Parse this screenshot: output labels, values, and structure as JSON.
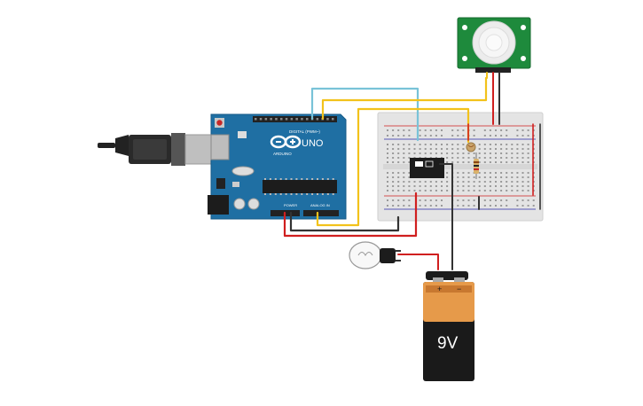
{
  "arduino": {
    "logo_text": "UNO",
    "brand_text": "ARDUINO",
    "digital_label": "DIGITAL (PWM~)",
    "power_label": "POWER",
    "analog_label": "ANALOG IN"
  },
  "battery": {
    "label": "9V",
    "plus": "+",
    "minus": "−"
  },
  "colors": {
    "wire_yellow": "#f2c21b",
    "wire_cyan": "#79c3d8",
    "wire_red": "#d01f1f",
    "wire_black": "#333333",
    "arduino_blue": "#1f6fa3",
    "pir_green": "#1e8a3c",
    "battery_orange": "#e69a4a"
  },
  "icons": [
    "usb-cable-icon",
    "lightbulb-icon",
    "relay-icon",
    "resistor-icon",
    "pir-sensor-icon",
    "photoresistor-icon"
  ]
}
